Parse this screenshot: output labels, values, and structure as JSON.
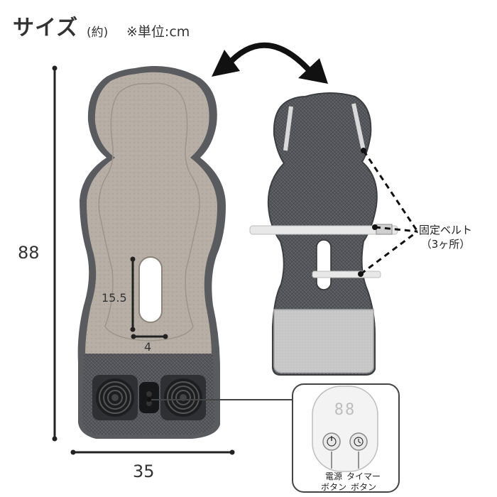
{
  "title": {
    "main": "サイズ",
    "approx": "(約)",
    "unit": "※単位:cm"
  },
  "dimensions": {
    "height": "88",
    "width": "35",
    "hole_height": "15.5",
    "hole_width": "4"
  },
  "belt_label": {
    "line1": "固定ベルト",
    "line2": "（3ヶ所）"
  },
  "controller": {
    "display": "88",
    "power_button_label_line1": "電源",
    "power_button_label_line2": "ボタン",
    "timer_button_label_line1": "タイマー",
    "timer_button_label_line2": "ボタン"
  },
  "colors": {
    "mesh": "#b7aea5",
    "fabric": "#4f5156",
    "border": "#58595d",
    "pocket": "#c9c9c9",
    "arrow": "#111111"
  }
}
